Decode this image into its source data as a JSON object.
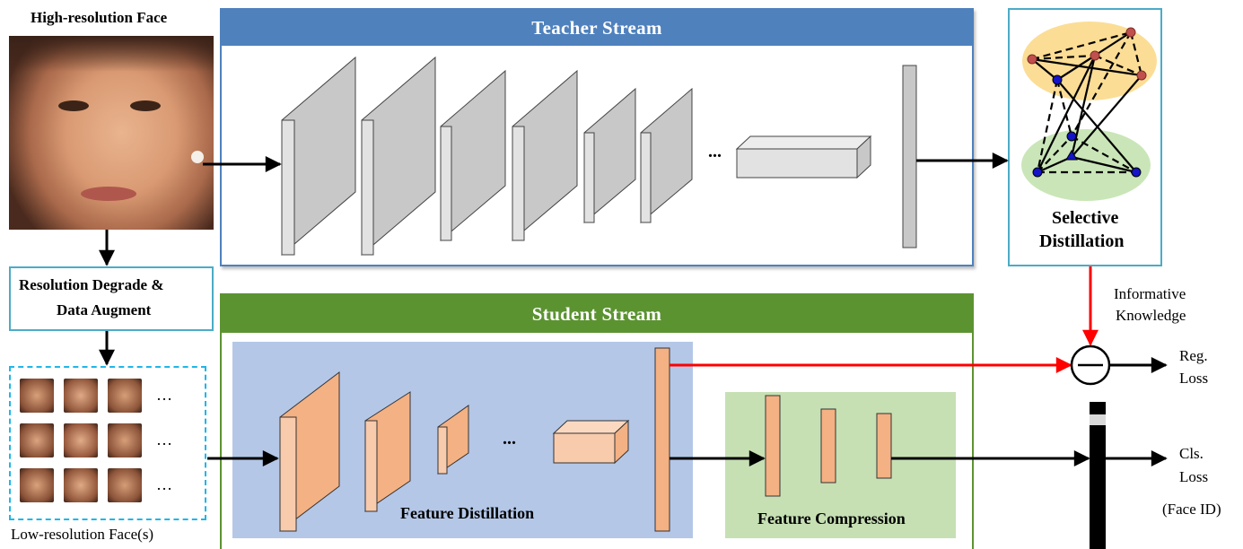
{
  "labels": {
    "hr_face": "High-resolution Face",
    "degrade": "Resolution Degrade &",
    "augment": "Data Augment",
    "lr_faces": "Low-resolution Face(s)",
    "teacher": "Teacher Stream",
    "student": "Student Stream",
    "selective_1": "Selective",
    "selective_2": "Distillation",
    "informative_1": "Informative",
    "informative_2": "Knowledge",
    "feature_distillation": "Feature Distillation",
    "feature_compression": "Feature Compression",
    "reg_loss_1": "Reg.",
    "reg_loss_2": "Loss",
    "cls_loss_1": "Cls.",
    "cls_loss_2": "Loss",
    "face_id": "(Face ID)",
    "ellipsis": "...",
    "thumb_ellipsis": "…"
  },
  "colors": {
    "teacher_header": "#4f81bd",
    "teacher_border": "#4f81bd",
    "student_header": "#5c9331",
    "student_border": "#5c9331",
    "distill_panel": "#b4c7e7",
    "compress_panel": "#c6e0b4",
    "teacher_layer": "#c8c8c8",
    "student_layer": "#f4b183",
    "red_arrow": "#ff0000",
    "box_border": "#4bacc6",
    "dashed_border": "#1fb6e8"
  }
}
